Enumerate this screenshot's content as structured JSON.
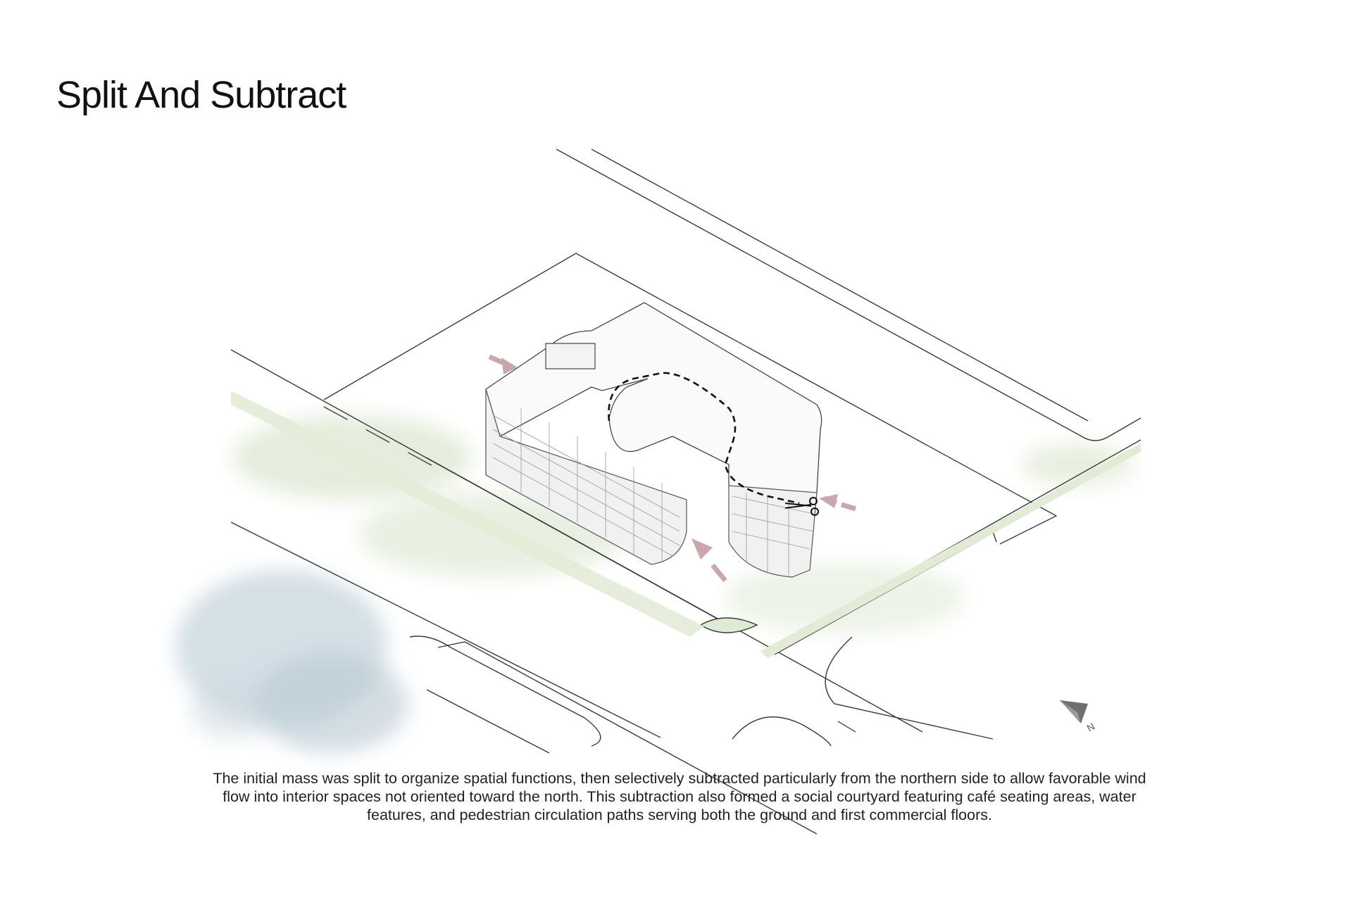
{
  "title": "Split And Subtract",
  "caption": "The initial mass was split to organize spatial functions, then selectively subtracted particularly from the northern side to allow favorable wind flow into interior spaces not oriented toward the north. This subtraction also formed a social courtyard featuring café seating areas, water features, and pedestrian circulation paths serving both the ground and first commercial floors.",
  "north_label": "N",
  "colors": {
    "arrow": "#c9a8ad",
    "green": "#dfe9d3",
    "watercolor": "#b8c9d3",
    "line": "#333333"
  },
  "icons": [
    "scissors-icon",
    "north-arrow-icon",
    "wind-arrow-icon"
  ]
}
